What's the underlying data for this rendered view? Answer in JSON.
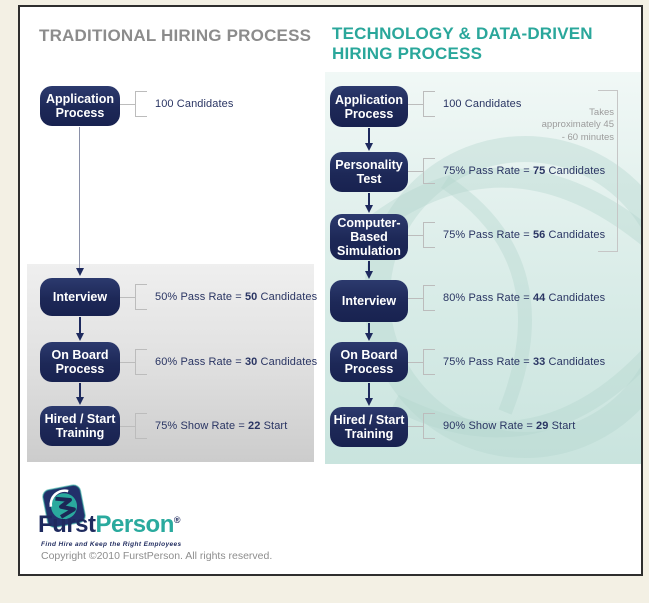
{
  "colors": {
    "navy": "#1e2a5e",
    "teal": "#2aa79b",
    "gray_title": "#8c8c8c",
    "beige_background": "#f3f0e4",
    "gray_panel": "#d4d4d4",
    "teal_panel": "#cfe7e1"
  },
  "left": {
    "title": "TRADITIONAL HIRING PROCESS",
    "steps": [
      {
        "label": "Application Process",
        "stat_prefix": "100 Candidates",
        "stat_value": "",
        "stat_suffix": ""
      },
      {
        "label": "Interview",
        "stat_prefix": "50% Pass Rate = ",
        "stat_value": "50",
        "stat_suffix": " Candidates"
      },
      {
        "label": "On Board Process",
        "stat_prefix": "60% Pass Rate = ",
        "stat_value": "30",
        "stat_suffix": " Candidates"
      },
      {
        "label": "Hired / Start Training",
        "stat_prefix": "75% Show Rate = ",
        "stat_value": "22",
        "stat_suffix": " Start"
      }
    ]
  },
  "right": {
    "title": "TECHNOLOGY & DATA-DRIVEN HIRING PROCESS",
    "note": "Takes approximately 45 - 60 minutes",
    "steps": [
      {
        "label": "Application Process",
        "stat_prefix": "100 Candidates",
        "stat_value": "",
        "stat_suffix": ""
      },
      {
        "label": "Personality Test",
        "stat_prefix": "75% Pass Rate = ",
        "stat_value": "75",
        "stat_suffix": " Candidates"
      },
      {
        "label": "Computer-Based Simulation",
        "stat_prefix": "75% Pass Rate = ",
        "stat_value": "56",
        "stat_suffix": " Candidates"
      },
      {
        "label": "Interview",
        "stat_prefix": "80% Pass Rate = ",
        "stat_value": "44",
        "stat_suffix": " Candidates"
      },
      {
        "label": "On Board Process",
        "stat_prefix": "75% Pass Rate = ",
        "stat_value": "33",
        "stat_suffix": " Candidates"
      },
      {
        "label": "Hired / Start Training",
        "stat_prefix": "90% Show Rate = ",
        "stat_value": "29",
        "stat_suffix": " Start"
      }
    ]
  },
  "footer": {
    "brand_part1": "Furst",
    "brand_part2": "Person",
    "registered_mark": "®",
    "tagline": "Find Hire and Keep the Right Employees",
    "copyright": "Copyright ©2010 FurstPerson. All rights reserved."
  },
  "icons": {
    "logo_icon": "furstperson-globe-logo",
    "watermark": "furstperson-logo-watermark"
  }
}
